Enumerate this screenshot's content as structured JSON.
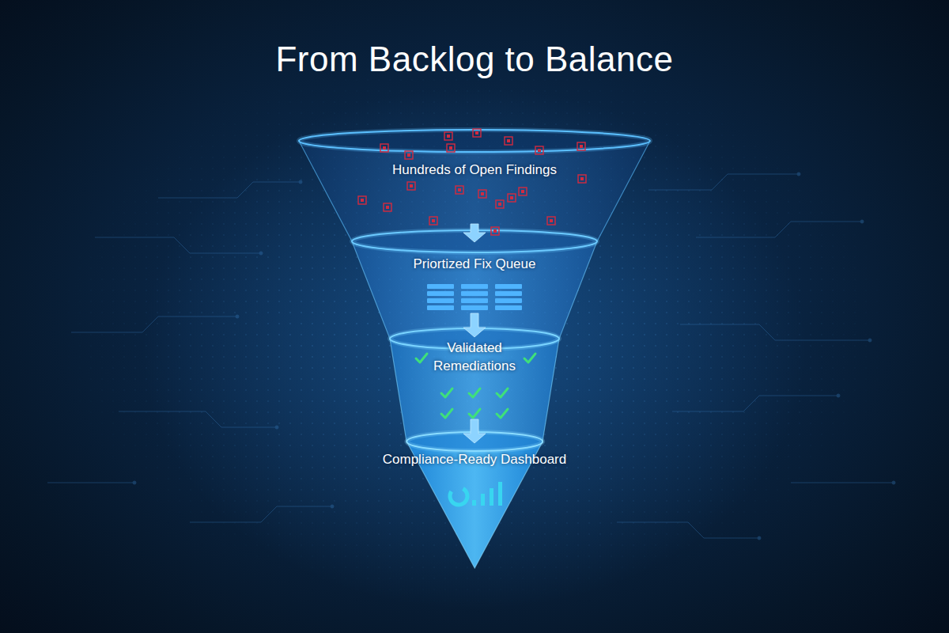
{
  "diagram": {
    "title": "From Backlog to Balance",
    "nodes": [
      {
        "text": [
          "Hundreds of Open Findings"
        ]
      },
      {
        "text": [
          "Priortized Fix Queue"
        ]
      },
      {
        "text": [
          "Validated Remediations"
        ]
      },
      {
        "text": [
          "Compliance-Ready Dashboard"
        ]
      }
    ],
    "edges": [
      {
        "from": 0,
        "to": 1,
        "arrow": "to"
      },
      {
        "from": 1,
        "to": 2,
        "arrow": "to"
      },
      {
        "from": 2,
        "to": 3,
        "arrow": "to"
      }
    ]
  }
}
